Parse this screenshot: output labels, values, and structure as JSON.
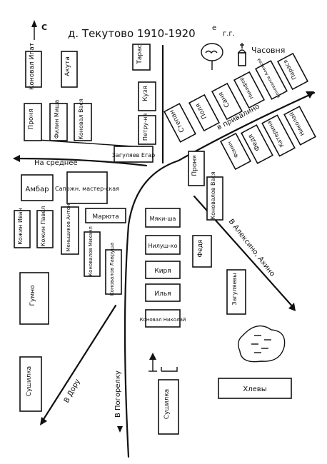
{
  "title": "д. Текутово 1910-1920",
  "title_suffix": "е",
  "title_years_abbr": "г.г.",
  "north_label": "С",
  "chapel_label": "Часовня",
  "roads": {
    "to_srednee": "На среднее",
    "to_privalino": "в привалино",
    "to_alekseno": "В Алексино, Ахино",
    "to_dor": "В Дору",
    "to_pogorelka": "В Погорелку"
  },
  "houses": {
    "konoval_ipat": "Коновал Ипат",
    "akuta": "Акута",
    "taras": "Тарас",
    "kuzya": "Кузя",
    "proxya": "Проня",
    "filin_misha": "Филин Миша",
    "konoval_vasya": "Коновал Вася",
    "petrunya": "Петру-ня",
    "zagulyaev_egor": "Загуляев Егар",
    "stepan": "Степан",
    "polya": "Поля",
    "sanya": "Саня",
    "nikifor": "Никифор",
    "konovalov_aleksey": "Коновалов Алексей",
    "parasya": "Парася",
    "fomin": "Фомин",
    "fedya_top": "Федя",
    "katerina": "Катерина",
    "nikolai_top": "Николай",
    "pronya_right": "Проня",
    "konovalov_vasya": "Коновалов Вася",
    "ambar": "Амбар",
    "sapozh": "Сапожн. мастер-ская",
    "kozhin_ivan": "Кожин Иван",
    "kozhin_pavel": "Кожин Павел",
    "menshikov_anton": "Меньшиков Антон",
    "maryuta": "Марюта",
    "konovalov_mihail": "Коновалов Михаил",
    "konovalov_lavrusha": "Коновалов Лаврушa",
    "myakisha": "Мяки-ша",
    "nilushko": "Нилуш-ко",
    "kirya": "Киря",
    "ilya": "Илья",
    "konoval_nikolai": "Коновал Николай",
    "fedya_mid": "Федя",
    "zagulyaevy": "Загуляевы",
    "gumno": "Гумно",
    "sushilka_left": "Сушилка",
    "sushilka_mid": "Сушилка",
    "hlevy": "Хлевы"
  },
  "colors": {
    "ink": "#111111",
    "paper": "#ffffff"
  }
}
